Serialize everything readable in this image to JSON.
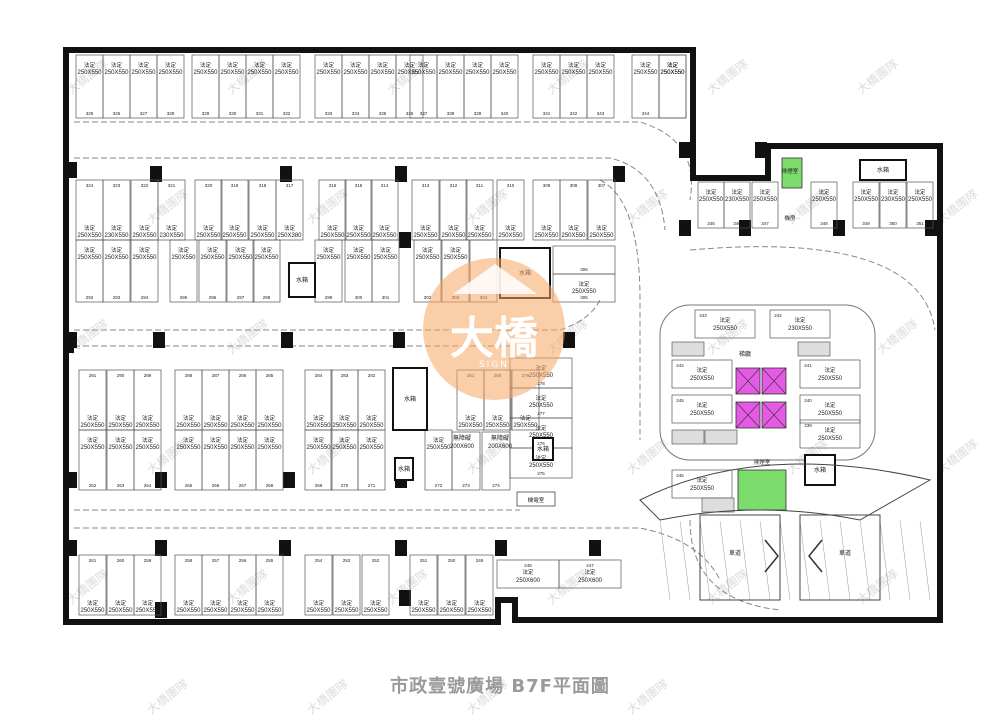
{
  "caption": "市政壹號廣場 B7F平面圖",
  "watermark_text": "大橋團隊",
  "logo": {
    "mark": "大橋",
    "sub": "SIGN",
    "color": "#f5a660"
  },
  "colors": {
    "wall": "#111111",
    "stair": "#7cdc6c",
    "elevator": "#e45ae4",
    "line": "#555555"
  },
  "labels": {
    "spot": "法定",
    "water": "水箱",
    "stair_room": "排煙室",
    "elev_hall": "梯廳",
    "machine": "機電室",
    "ramp": "車道",
    "accessible": "無障礙",
    "shaft": "機房"
  },
  "top_row": {
    "sizes": [
      "250X550",
      "250X550",
      "250X550",
      "250X550",
      "250X550",
      "250X550",
      "250X550",
      "250X550",
      "250X550",
      "250X550",
      "250X550",
      "250X550",
      "250X550",
      "250X550",
      "250X550",
      "250X550",
      "250X550",
      "250X550",
      "250X550",
      "250X550",
      "250X550",
      "250X550"
    ],
    "nums": [
      "325",
      "326",
      "327",
      "328",
      "329",
      "330",
      "331",
      "332",
      "333",
      "334",
      "335",
      "336",
      "337",
      "338",
      "339",
      "340",
      "341",
      "342",
      "343",
      "344"
    ]
  },
  "row2_top_nums": [
    "324",
    "323",
    "322",
    "321",
    "320",
    "319",
    "318",
    "317",
    "316",
    "315",
    "314",
    "313",
    "312",
    "311",
    "310",
    "309",
    "308",
    "307"
  ],
  "row2_sizes": [
    "250X550",
    "230X550",
    "250X550",
    "230X550",
    "250X550",
    "250X550",
    "250X550",
    "250X380",
    "250X550",
    "250X550",
    "250X550",
    "250X550",
    "250X550",
    "250X550",
    "250X550",
    "250X550",
    "250X550",
    "250X550"
  ],
  "row3_sizes": [
    "250X550",
    "250X550",
    "250X550",
    "250X550",
    "250X550",
    "250X550",
    "250X550",
    "250X550",
    "250X550",
    "250X550",
    "250X550",
    "250X550"
  ],
  "row3_nums": [
    "292",
    "293",
    "294",
    "295",
    "296",
    "297",
    "298",
    "299",
    "300",
    "301",
    "302",
    "303",
    "304"
  ],
  "right_small": {
    "sizes": [
      "250X550",
      "230X550",
      "250X550",
      "250X550",
      "250X550",
      "230X550",
      "250X550"
    ],
    "nums": [
      "345",
      "346",
      "347",
      "348",
      "349",
      "350",
      "351"
    ]
  },
  "row4_top_nums": [
    "291",
    "290",
    "289",
    "288",
    "287",
    "286",
    "285",
    "284",
    "283",
    "282",
    "281",
    "280",
    "279"
  ],
  "row4_sizes": [
    "250X550",
    "250X550",
    "250X550",
    "250X550",
    "250X550",
    "250X550",
    "250X550",
    "250X550",
    "250X550",
    "250X550",
    "250X550",
    "250X550",
    "250X550"
  ],
  "row5_sizes": [
    "250X550",
    "250X550",
    "250X550",
    "250X550",
    "250X550",
    "250X550",
    "250X550",
    "250X550",
    "250X550",
    "250X550",
    "250X550",
    "250X550",
    "250X550"
  ],
  "row5_nums": [
    "262",
    "263",
    "264",
    "265",
    "266",
    "267",
    "268",
    "269",
    "270",
    "271",
    "272",
    "273",
    "274"
  ],
  "accessible_sizes": [
    "200X600",
    "200X600"
  ],
  "bottom_row": {
    "sizes": [
      "250X550",
      "250X550",
      "250X550",
      "250X550",
      "250X550",
      "250X550",
      "250X550",
      "250X550",
      "250X550",
      "250X550",
      "250X550",
      "250X550",
      "250X550",
      "250X550"
    ],
    "nums": [
      "261",
      "260",
      "259",
      "258",
      "257",
      "256",
      "255",
      "254",
      "253",
      "252",
      "251",
      "250",
      "249"
    ],
    "wide": [
      {
        "num": "248",
        "size": "250X600"
      },
      {
        "num": "247",
        "size": "250X600"
      }
    ]
  },
  "core_spots": {
    "sizes": [
      "250X550",
      "230X550",
      "250X550",
      "250X550",
      "250X550",
      "250X550",
      "250X550",
      "250X550"
    ],
    "nums": [
      "243",
      "242",
      "244",
      "241",
      "245",
      "240",
      "246",
      "239"
    ]
  },
  "mid_right": {
    "sizes": [
      "250X550",
      "250X550",
      "250X550",
      "250X550"
    ],
    "nums": [
      "278",
      "277",
      "276",
      "275",
      "305",
      "306"
    ]
  }
}
